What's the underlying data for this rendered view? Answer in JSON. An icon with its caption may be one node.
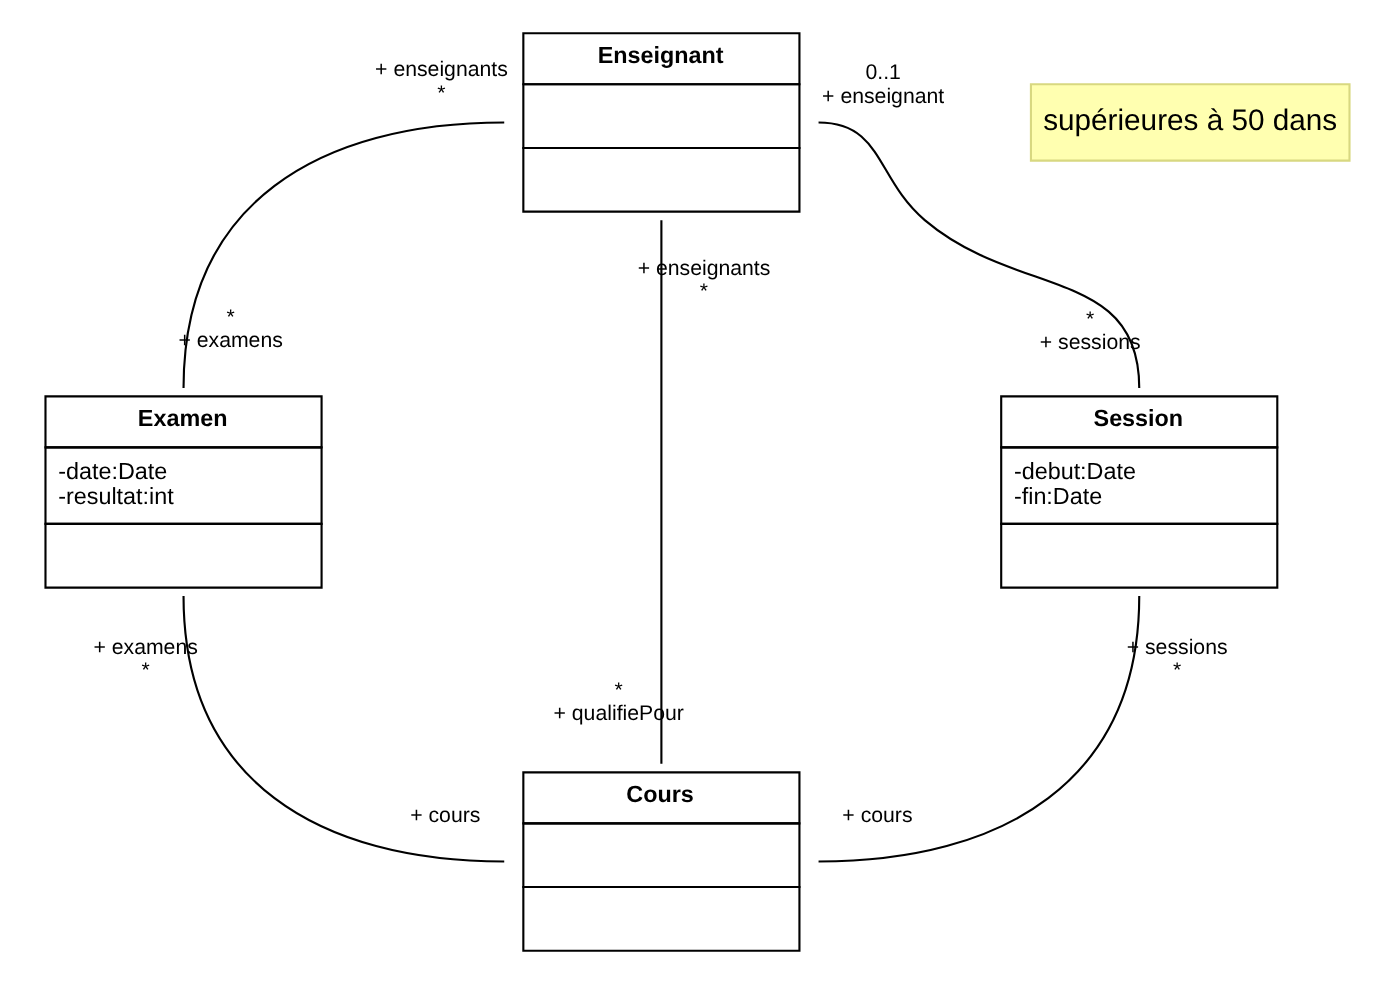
{
  "diagram": {
    "nodes": [
      {
        "text": [
          "Enseignant"
        ]
      },
      {
        "text": [
          "Examen",
          "-date:Date",
          "-resultat:int"
        ]
      },
      {
        "text": [
          "Session",
          "-debut:Date",
          "-fin:Date"
        ]
      },
      {
        "text": [
          "Cours"
        ]
      },
      {
        "text": [
          "supérieures à 50 dans"
        ]
      }
    ],
    "edges": [
      {
        "from": 0,
        "to": 1,
        "arrow": "none"
      },
      {
        "from": 0,
        "to": 3,
        "arrow": "none"
      },
      {
        "from": 0,
        "to": 2,
        "arrow": "none"
      },
      {
        "from": 1,
        "to": 3,
        "arrow": "none"
      },
      {
        "from": 2,
        "to": 3,
        "arrow": "none"
      }
    ],
    "labels": [
      "0..1",
      "+ enseignants",
      "+ enseignant",
      "*",
      "+ enseignants",
      "*",
      "*",
      "+ sessions",
      "*",
      "+ examens",
      "+ sessions",
      "*",
      "+ examens",
      "*",
      "*",
      "+ qualifiePour",
      "+ cours",
      "+ cours"
    ]
  }
}
